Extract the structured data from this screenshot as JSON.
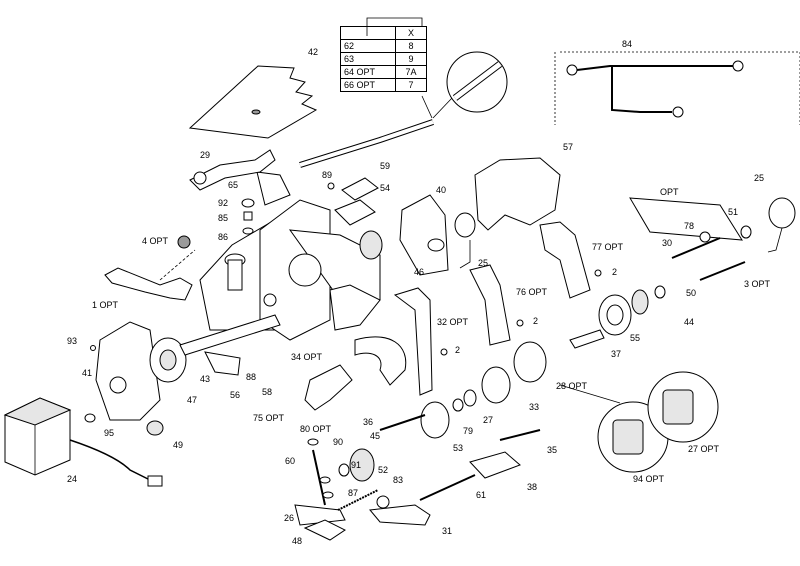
{
  "table": {
    "header_col2": "X",
    "rows": [
      {
        "part": "62",
        "x": "8"
      },
      {
        "part": "63",
        "x": "9"
      },
      {
        "part": "64 OPT",
        "x": "7A"
      },
      {
        "part": "66 OPT",
        "x": "7"
      }
    ]
  },
  "labels": {
    "l42": "42",
    "l84": "84",
    "l29": "29",
    "l65": "65",
    "l92": "92",
    "l85": "85",
    "l86": "86",
    "l4opt": "4 OPT",
    "l89": "89",
    "l59": "59",
    "l54": "54",
    "l40": "40",
    "l57": "57",
    "l25a": "25",
    "l25b": "25",
    "l46": "46",
    "l1opt": "1 OPT",
    "l77opt": "77 OPT",
    "l2a": "2",
    "l2b": "2",
    "l2c": "2",
    "l76opt": "76 OPT",
    "lopt": "OPT",
    "l78": "78",
    "l30": "30",
    "l51": "51",
    "l3opt": "3 OPT",
    "l50": "50",
    "l44": "44",
    "l55": "55",
    "l32opt": "32 OPT",
    "l93": "93",
    "l41": "41",
    "l43": "43",
    "l88": "88",
    "l34opt": "34 OPT",
    "l58": "58",
    "l56": "56",
    "l47": "47",
    "l37": "37",
    "l28opt": "28 OPT",
    "l33": "33",
    "l75opt": "75 OPT",
    "l80opt": "80 OPT",
    "l36": "36",
    "l79": "79",
    "l27": "27",
    "l95": "95",
    "l49": "49",
    "l90": "90",
    "l45": "45",
    "l53": "53",
    "l35": "35",
    "l27opt": "27 OPT",
    "l60": "60",
    "l91": "91",
    "l52": "52",
    "l83": "83",
    "l87": "87",
    "l61": "61",
    "l38": "38",
    "l94opt": "94 OPT",
    "l24": "24",
    "l26": "26",
    "l31": "31",
    "l48": "48"
  }
}
